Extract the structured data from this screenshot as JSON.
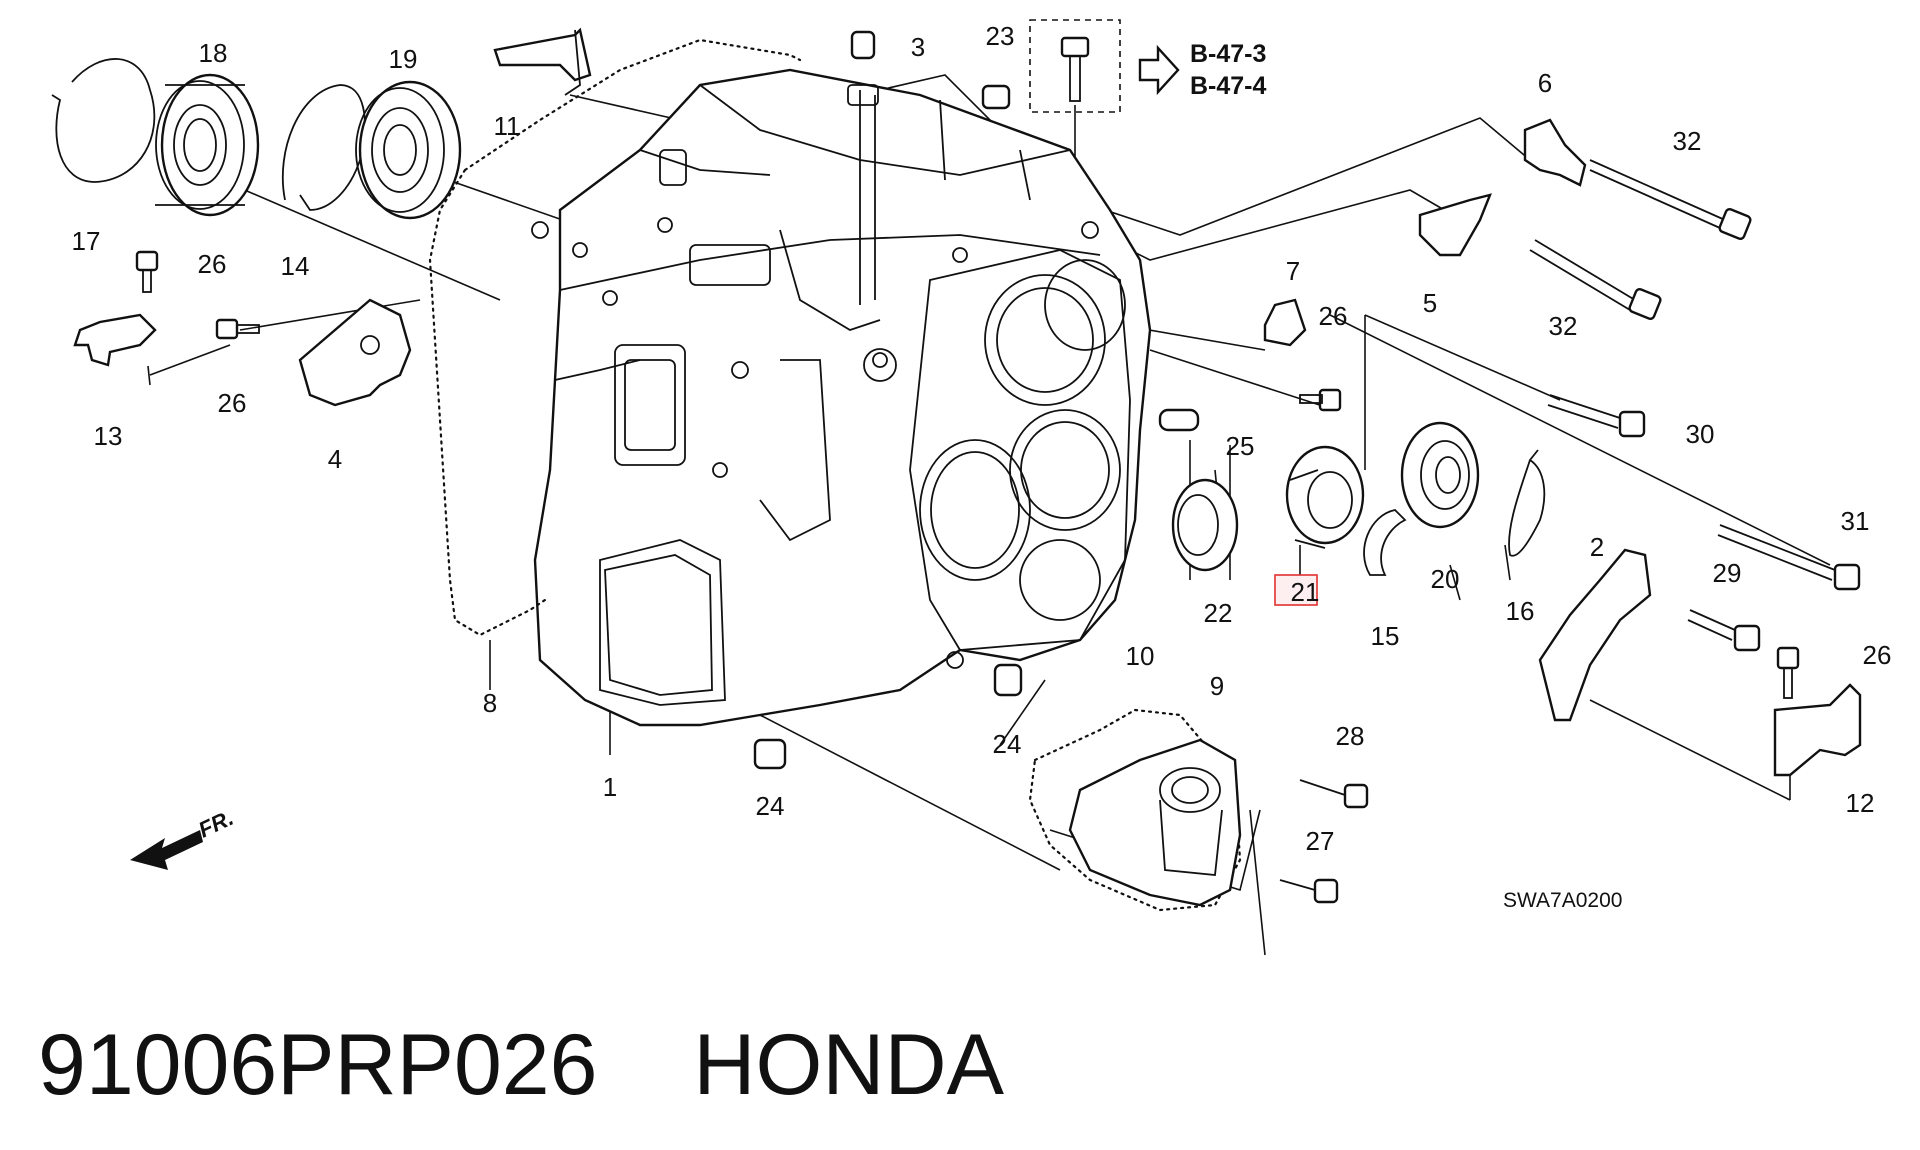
{
  "diagram": {
    "labels": {
      "p1": "1",
      "p2": "2",
      "p3": "3",
      "p4": "4",
      "p5": "5",
      "p6": "6",
      "p7": "7",
      "p8": "8",
      "p9": "9",
      "p10": "10",
      "p11": "11",
      "p12": "12",
      "p13": "13",
      "p14": "14",
      "p15": "15",
      "p16": "16",
      "p17": "17",
      "p18": "18",
      "p19": "19",
      "p20": "20",
      "p21": "21",
      "p22": "22",
      "p23": "23",
      "p24a": "24",
      "p24b": "24",
      "p25": "25",
      "p26a": "26",
      "p26b": "26",
      "p26c": "26",
      "p26d": "26",
      "p27": "27",
      "p28": "28",
      "p29": "29",
      "p30": "30",
      "p31": "31",
      "p32a": "32",
      "p32b": "32"
    },
    "references": {
      "ref1": "B-47-3",
      "ref2": "B-47-4"
    },
    "drawing_code": "SWA7A0200",
    "front_marker": "FR.",
    "highlighted_part": "21",
    "highlight_color": "#e03030"
  },
  "caption": {
    "part_number": "91006PRP026",
    "brand": "HONDA"
  }
}
